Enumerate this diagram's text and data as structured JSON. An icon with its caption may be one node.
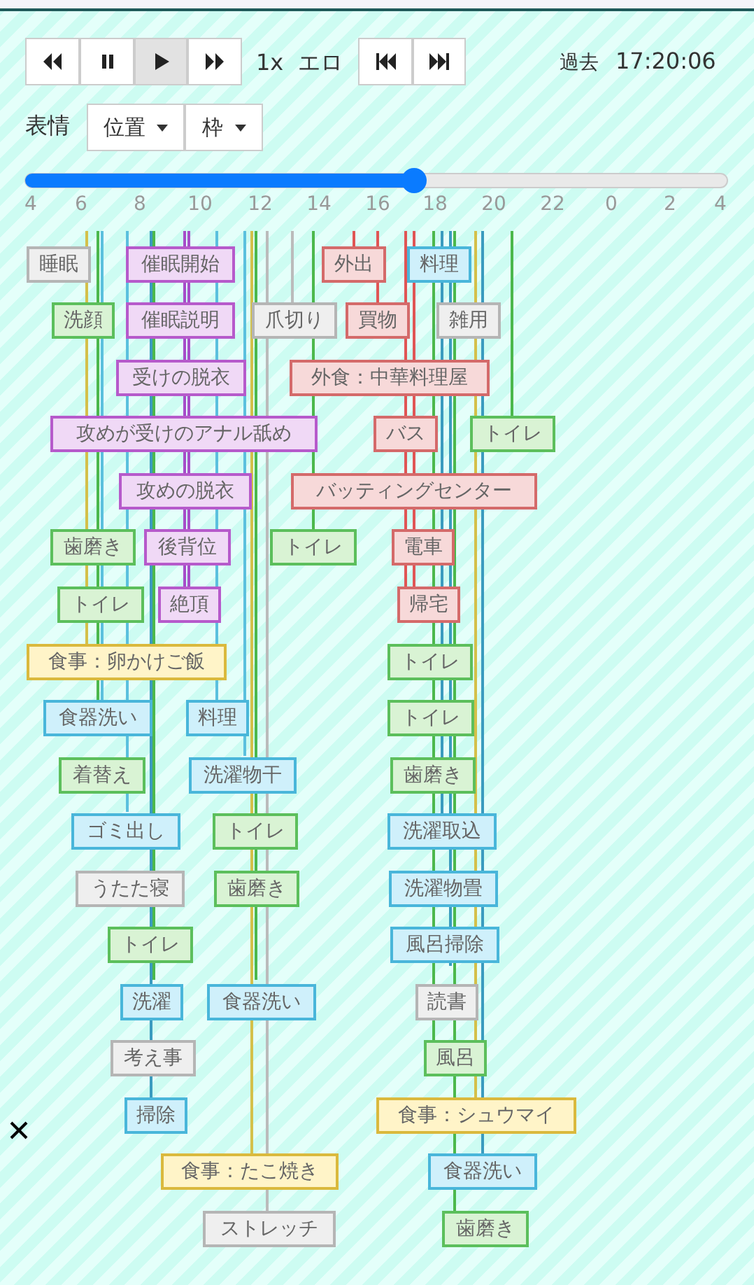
{
  "diagram": {
    "nodes": [
      {
        "text": [
          "睡眠"
        ]
      },
      {
        "text": [
          "催眠開始"
        ]
      },
      {
        "text": [
          "外出"
        ]
      },
      {
        "text": [
          "料理"
        ]
      },
      {
        "text": [
          "洗顔"
        ]
      },
      {
        "text": [
          "催眠説明"
        ]
      },
      {
        "text": [
          "爪切り"
        ]
      },
      {
        "text": [
          "買物"
        ]
      },
      {
        "text": [
          "雑用"
        ]
      },
      {
        "text": [
          "受けの脱衣"
        ]
      },
      {
        "text": [
          "外食：中華料理屋"
        ]
      },
      {
        "text": [
          "攻めが受けのアナル舐め"
        ]
      },
      {
        "text": [
          "バス"
        ]
      },
      {
        "text": [
          "トイレ"
        ]
      },
      {
        "text": [
          "攻めの脱衣"
        ]
      },
      {
        "text": [
          "バッティングセンター"
        ]
      },
      {
        "text": [
          "歯磨き"
        ]
      },
      {
        "text": [
          "後背位"
        ]
      },
      {
        "text": [
          "トイレ"
        ]
      },
      {
        "text": [
          "電車"
        ]
      },
      {
        "text": [
          "トイレ"
        ]
      },
      {
        "text": [
          "絶頂"
        ]
      },
      {
        "text": [
          "帰宅"
        ]
      },
      {
        "text": [
          "食事：卵かけご飯"
        ]
      },
      {
        "text": [
          "トイレ"
        ]
      },
      {
        "text": [
          "食器洗い"
        ]
      },
      {
        "text": [
          "料理"
        ]
      },
      {
        "text": [
          "トイレ"
        ]
      },
      {
        "text": [
          "着替え"
        ]
      },
      {
        "text": [
          "洗濯物干"
        ]
      },
      {
        "text": [
          "歯磨き"
        ]
      },
      {
        "text": [
          "ゴミ出し"
        ]
      },
      {
        "text": [
          "トイレ"
        ]
      },
      {
        "text": [
          "洗濯取込"
        ]
      },
      {
        "text": [
          "うたた寝"
        ]
      },
      {
        "text": [
          "歯磨き"
        ]
      },
      {
        "text": [
          "洗濯物畳"
        ]
      },
      {
        "text": [
          "トイレ"
        ]
      },
      {
        "text": [
          "風呂掃除"
        ]
      },
      {
        "text": [
          "洗濯"
        ]
      },
      {
        "text": [
          "食器洗い"
        ]
      },
      {
        "text": [
          "読書"
        ]
      },
      {
        "text": [
          "考え事"
        ]
      },
      {
        "text": [
          "風呂"
        ]
      },
      {
        "text": [
          "掃除"
        ]
      },
      {
        "text": [
          "食事：シュウマイ"
        ]
      },
      {
        "text": [
          "食事：たこ焼き"
        ]
      },
      {
        "text": [
          "食器洗い"
        ]
      },
      {
        "text": [
          "ストレッチ"
        ]
      },
      {
        "text": [
          "歯磨き"
        ]
      }
    ],
    "labels": [
      "1x",
      "エロ",
      "過去",
      "17:20:06",
      "表情",
      "位置",
      "枠",
      "4",
      "6",
      "8",
      "10",
      "12",
      "14",
      "16",
      "18",
      "20",
      "22",
      "0",
      "2",
      "4"
    ]
  }
}
